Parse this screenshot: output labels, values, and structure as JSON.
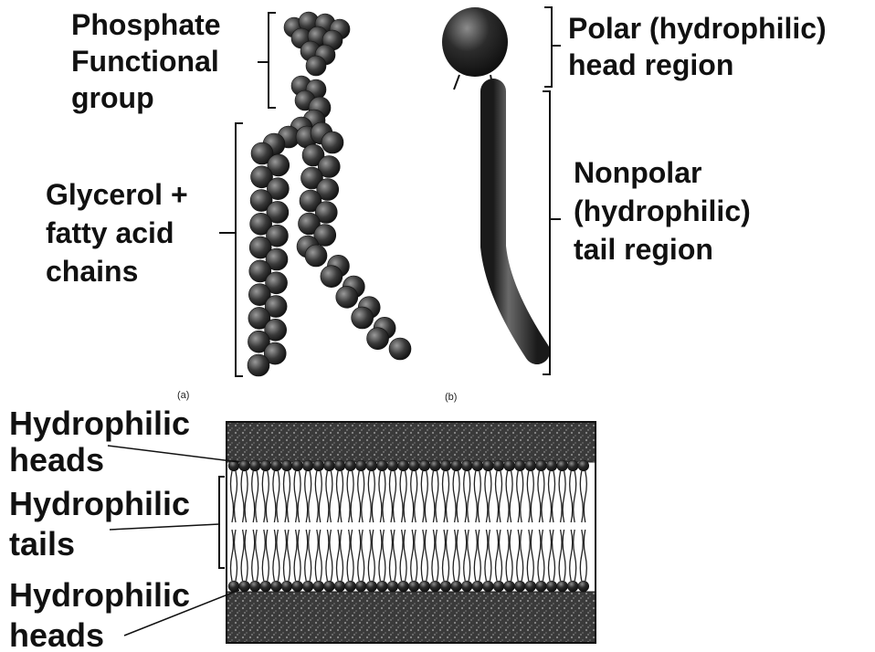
{
  "labels": {
    "phosphate_1": "Phosphate",
    "phosphate_2": "Functional",
    "phosphate_3": "group",
    "glycerol_1": "Glycerol +",
    "glycerol_2": "fatty acid",
    "glycerol_3": "chains",
    "polar_1": "Polar (hydrophilic)",
    "polar_2": "head region",
    "nonpolar_1": "Nonpolar",
    "nonpolar_2": "(hydrophilic)",
    "nonpolar_3": "tail region",
    "panel_a": "(a)",
    "panel_b": "(b)",
    "heads_top_1": "Hydrophilic",
    "heads_top_2": "heads",
    "tails_1": "Hydrophilic",
    "tails_2": "tails",
    "heads_bottom_1": "Hydrophilic",
    "heads_bottom_2": "heads"
  },
  "colors": {
    "ink": "#111111",
    "atom": "#3a3a3a",
    "atom_highlight": "#9a9a9a",
    "membrane_dark": "#2a2a2a",
    "background": "#ffffff"
  }
}
